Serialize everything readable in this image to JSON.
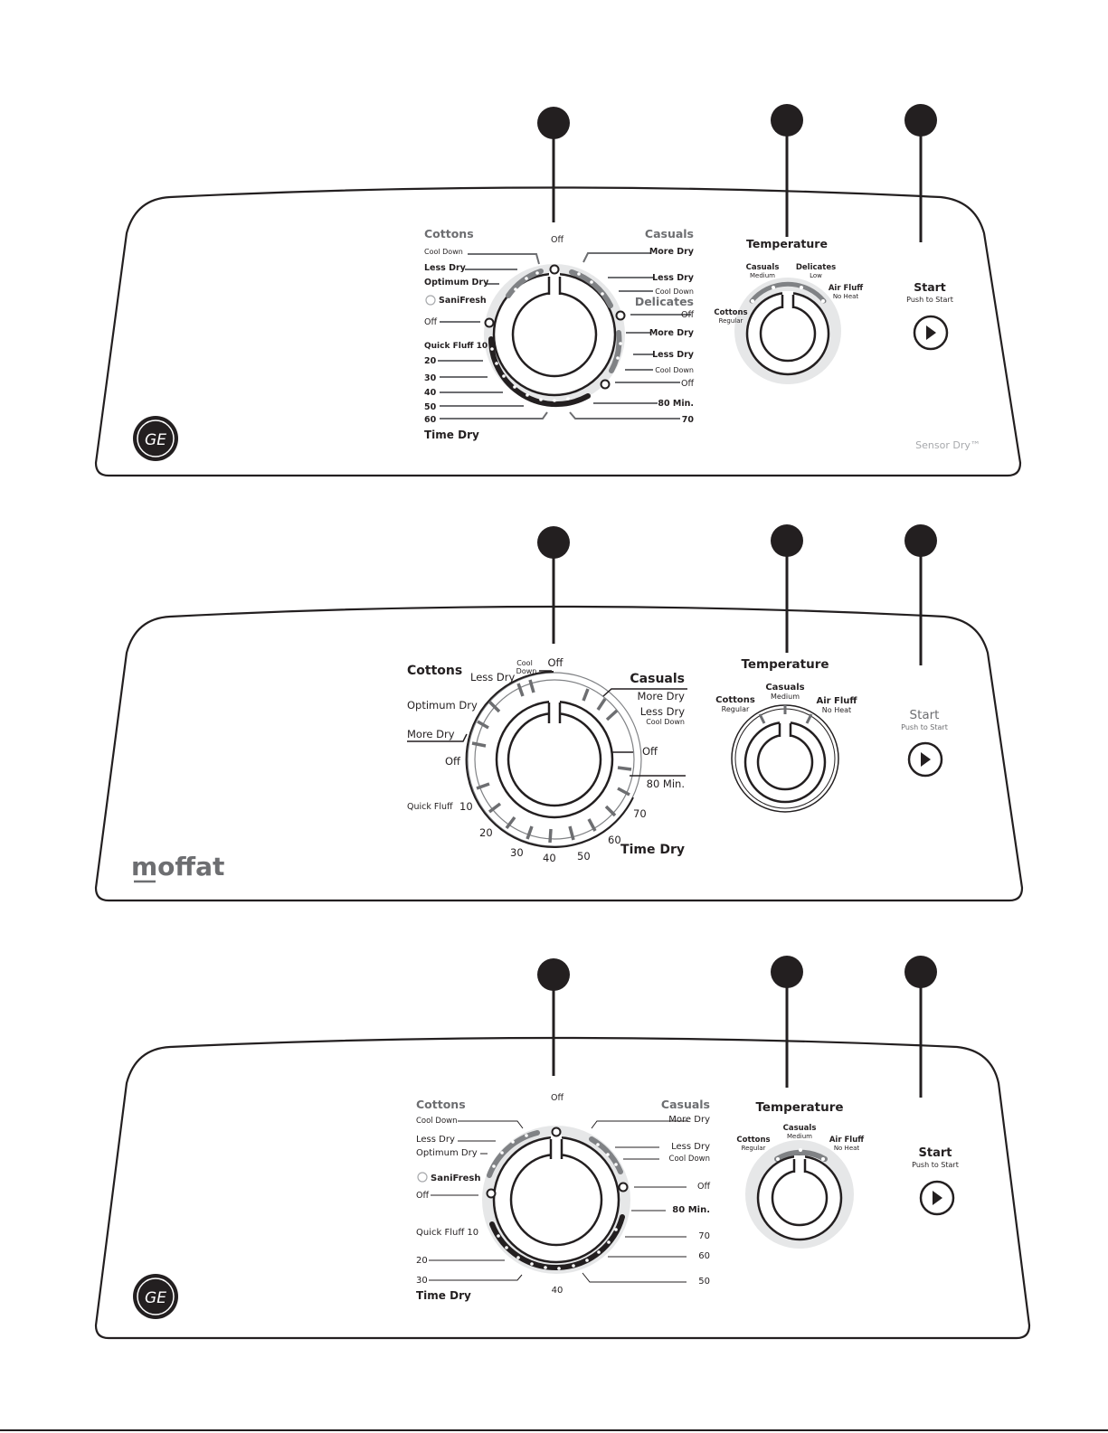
{
  "panel1": {
    "cycle": {
      "off_top": "Off",
      "cottons_header": "Cottons",
      "cottons_cool_down": "Cool Down",
      "cottons_less_dry": "Less Dry",
      "cottons_optimum_dry": "Optimum Dry",
      "sanifresh": "SaniFresh",
      "off_left": "Off",
      "quick_fluff": "Quick Fluff 10",
      "t20": "20",
      "t30": "30",
      "t40": "40",
      "t50": "50",
      "t60": "60",
      "time_dry": "Time Dry",
      "casuals_header": "Casuals",
      "casuals_more_dry": "More Dry",
      "casuals_less_dry": "Less Dry",
      "casuals_cool_down": "Cool Down",
      "delicates_header": "Delicates",
      "delicates_off": "Off",
      "delicates_more_dry": "More Dry",
      "delicates_less_dry": "Less Dry",
      "delicates_cool_down": "Cool Down",
      "off_right": "Off",
      "t80": "80 Min.",
      "t70": "70"
    },
    "temperature": {
      "title": "Temperature",
      "cottons": "Cottons",
      "cottons_sub": "Regular",
      "casuals": "Casuals",
      "casuals_sub": "Medium",
      "delicates": "Delicates",
      "delicates_sub": "Low",
      "air_fluff": "Air Fluff",
      "air_fluff_sub": "No Heat"
    },
    "start": {
      "title": "Start",
      "sub": "Push to Start"
    },
    "brand": "GE",
    "feature": "Sensor Dry™"
  },
  "panel2": {
    "cycle": {
      "cottons_header": "Cottons",
      "less_dry": "Less Dry",
      "cool": "Cool",
      "down": "Down",
      "off_top": "Off",
      "optimum_dry": "Optimum Dry",
      "more_dry": "More Dry",
      "off_left": "Off",
      "quick_fluff": "Quick Fluff",
      "t10": "10",
      "t20": "20",
      "t30": "30",
      "t40": "40",
      "t50": "50",
      "t60": "60",
      "t70": "70",
      "t80": "80 Min.",
      "time_dry": "Time Dry",
      "casuals_header": "Casuals",
      "casuals_more_dry": "More Dry",
      "casuals_less_dry": "Less Dry",
      "casuals_cool_down": "Cool Down",
      "off_right": "Off"
    },
    "temperature": {
      "title": "Temperature",
      "cottons": "Cottons",
      "cottons_sub": "Regular",
      "casuals": "Casuals",
      "casuals_sub": "Medium",
      "air_fluff": "Air Fluff",
      "air_fluff_sub": "No Heat"
    },
    "start": {
      "title": "Start",
      "sub": "Push to Start"
    },
    "brand": "moffat"
  },
  "panel3": {
    "cycle": {
      "off_top": "Off",
      "cottons_header": "Cottons",
      "cottons_cool_down": "Cool Down",
      "cottons_less_dry": "Less Dry",
      "cottons_optimum_dry": "Optimum Dry",
      "sanifresh": "SaniFresh",
      "off_left": "Off",
      "quick_fluff": "Quick Fluff 10",
      "t20": "20",
      "t30": "30",
      "t40": "40",
      "t50": "50",
      "t60": "60",
      "t70": "70",
      "t80": "80 Min.",
      "time_dry": "Time Dry",
      "casuals_header": "Casuals",
      "casuals_more_dry": "More Dry",
      "casuals_less_dry": "Less Dry",
      "casuals_cool_down": "Cool Down",
      "off_right": "Off"
    },
    "temperature": {
      "title": "Temperature",
      "cottons": "Cottons",
      "cottons_sub": "Regular",
      "casuals": "Casuals",
      "casuals_sub": "Medium",
      "air_fluff": "Air Fluff",
      "air_fluff_sub": "No Heat"
    },
    "start": {
      "title": "Start",
      "sub": "Push to Start"
    },
    "brand": "GE"
  },
  "colors": {
    "ink": "#231f20",
    "header_gray": "#6d6e71",
    "ring_gray": "#e6e7e8",
    "arc_gray": "#808285",
    "light_text": "#a7a9ac"
  }
}
